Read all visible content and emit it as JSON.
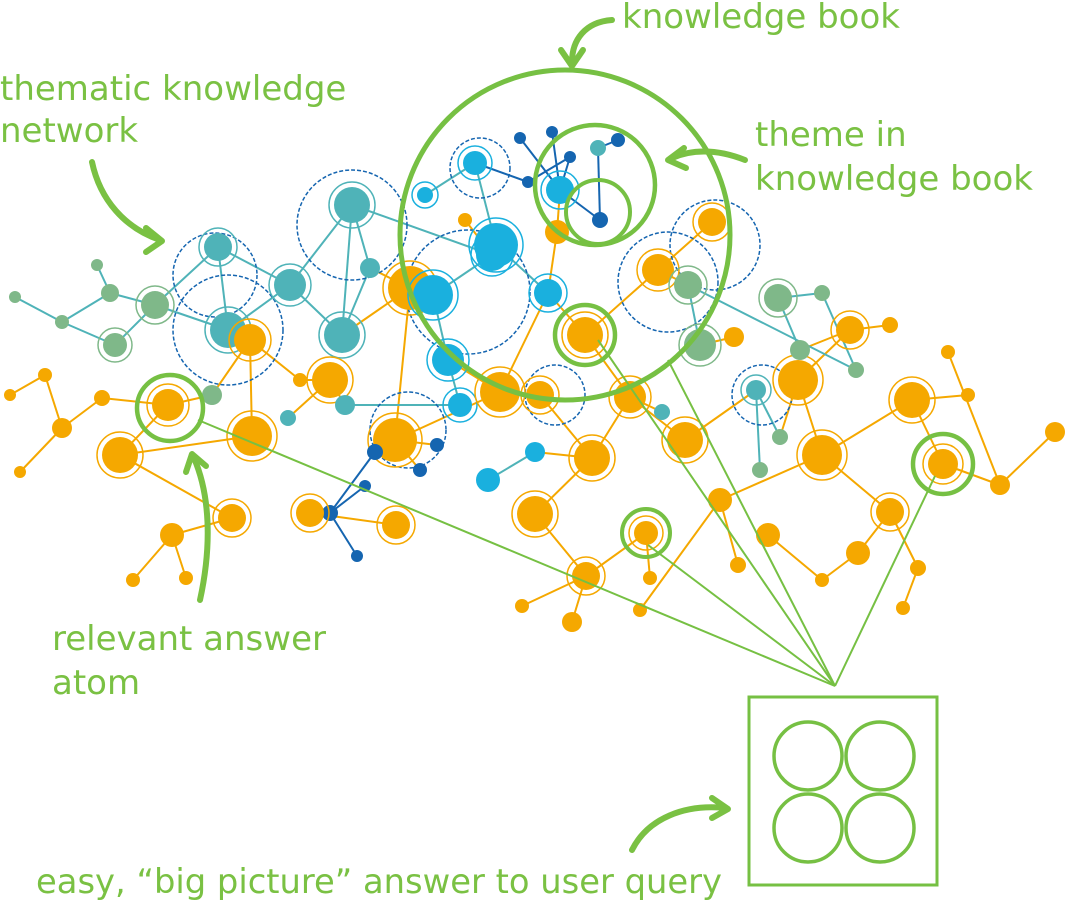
{
  "labels": {
    "knowledge_book": "knowledge book",
    "thematic_network_line1": "thematic knowledge",
    "thematic_network_line2": "network",
    "theme_line1": "theme in",
    "theme_line2": "knowledge book",
    "answer_atom_line1": "relevant answer",
    "answer_atom_line2": "atom",
    "big_picture": "easy, “big picture” answer to user query"
  },
  "colors": {
    "accent_green": "#7ac143",
    "orange": "#f5a800",
    "cyan": "#1ab0de",
    "teal": "#4fb3b8",
    "sage": "#7fb889",
    "dark_blue": "#1565b0",
    "ring_green": "#76c043"
  }
}
